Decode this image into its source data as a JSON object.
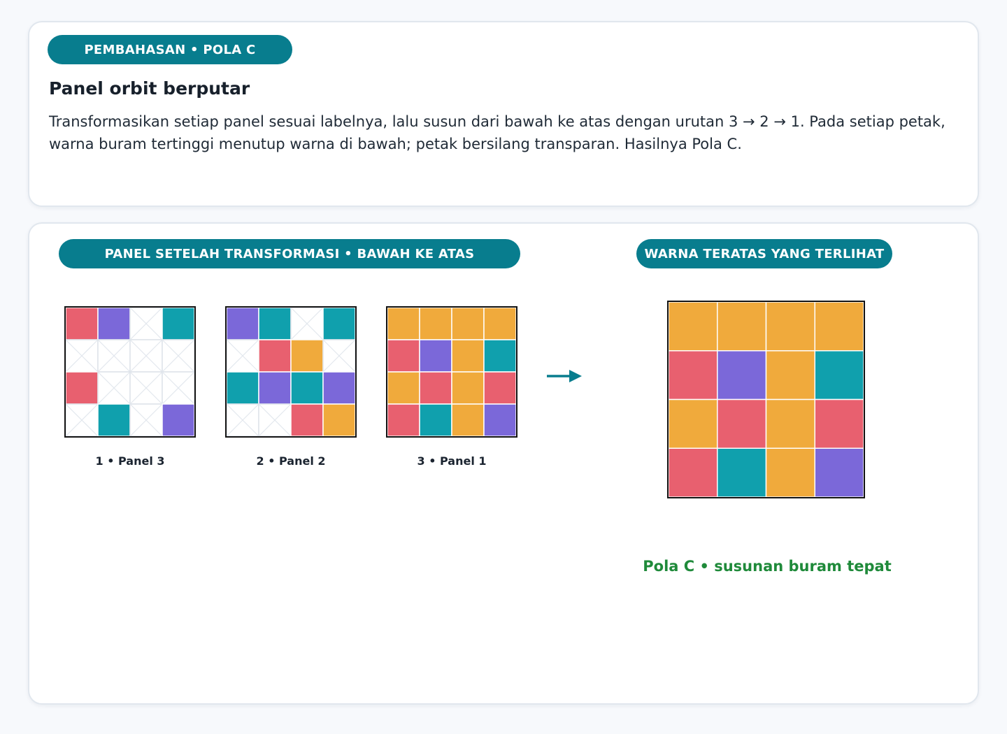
{
  "header": {
    "badge": "PEMBAHASAN • POLA C",
    "title": "Panel orbit berputar",
    "description": "Transformasikan setiap panel sesuai labelnya, lalu susun dari bawah ke atas dengan urutan 3 → 2 → 1. Pada setiap petak, warna buram tertinggi menutup warna di bawah; petak bersilang transparan. Hasilnya Pola C."
  },
  "main": {
    "left_header": "PANEL SETELAH TRANSFORMASI • BAWAH KE ATAS",
    "right_header": "WARNA TERATAS YANG TERLIHAT",
    "result_caption": "Pola C • susunan buram tepat"
  },
  "colors": {
    "R": "#e8606f",
    "P": "#7b68d9",
    "T": "#10a0ad",
    "O": "#f0aa3c",
    "accent": "#087d8e",
    "success": "#1f8a3a",
    "empty": "x-transparent"
  },
  "panels": [
    {
      "label": "1 • Panel 3",
      "grid": [
        [
          "R",
          "P",
          "x",
          "T"
        ],
        [
          "x",
          "x",
          "x",
          "x"
        ],
        [
          "R",
          "x",
          "x",
          "x"
        ],
        [
          "x",
          "T",
          "x",
          "P"
        ]
      ]
    },
    {
      "label": "2 • Panel 2",
      "grid": [
        [
          "P",
          "T",
          "x",
          "T"
        ],
        [
          "x",
          "R",
          "O",
          "x"
        ],
        [
          "T",
          "P",
          "T",
          "P"
        ],
        [
          "x",
          "x",
          "R",
          "O"
        ]
      ]
    },
    {
      "label": "3 • Panel 1",
      "grid": [
        [
          "O",
          "O",
          "O",
          "O"
        ],
        [
          "R",
          "P",
          "O",
          "T"
        ],
        [
          "O",
          "R",
          "O",
          "R"
        ],
        [
          "R",
          "T",
          "O",
          "P"
        ]
      ]
    }
  ],
  "result_grid": [
    [
      "O",
      "O",
      "O",
      "O"
    ],
    [
      "R",
      "P",
      "O",
      "T"
    ],
    [
      "O",
      "R",
      "O",
      "R"
    ],
    [
      "R",
      "T",
      "O",
      "P"
    ]
  ]
}
